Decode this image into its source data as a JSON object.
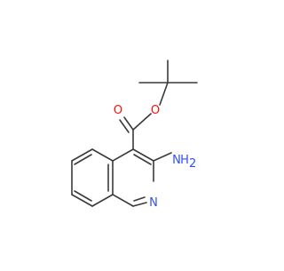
{
  "molecule": {
    "atoms": {
      "o_ester": "O",
      "o_carbonyl": "O",
      "nh2_n": "N",
      "nh2_h": "H",
      "nh2_sub": "2",
      "ring_n": "N"
    },
    "colors": {
      "bond": "#3a3a3a",
      "oxygen": "#ff0d0d",
      "nitrogen": "#3050f8",
      "background": "#ffffff"
    }
  }
}
